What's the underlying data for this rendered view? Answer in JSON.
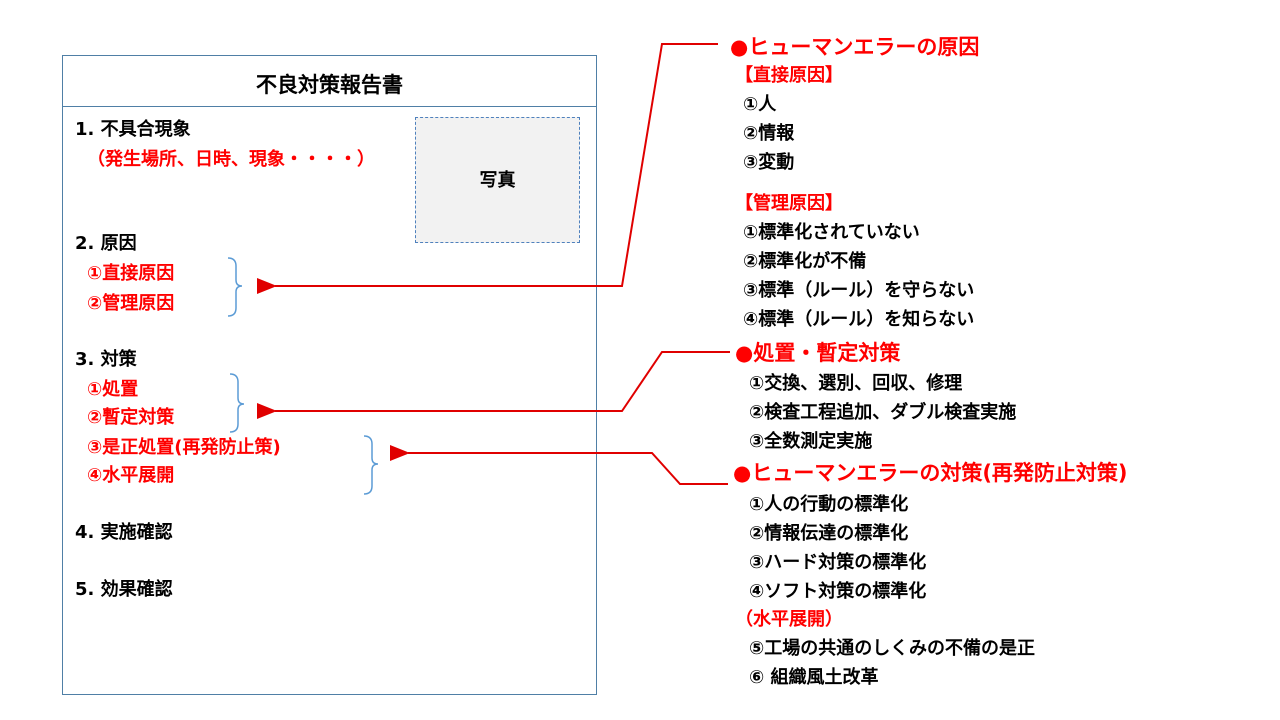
{
  "report": {
    "title": "不良対策報告書",
    "photo_label": "写真",
    "sections": [
      {
        "heading": "1. 不具合現象",
        "items": [
          "（発生場所、日時、現象・・・・）"
        ]
      },
      {
        "heading": "2. 原因",
        "items": [
          "①直接原因",
          "②管理原因"
        ]
      },
      {
        "heading": "3. 対策",
        "items": [
          "①処置",
          "②暫定対策",
          "③是正処置(再発防止策)",
          "④水平展開"
        ]
      },
      {
        "heading": "4. 実施確認",
        "items": []
      },
      {
        "heading": "5. 効果確認",
        "items": []
      }
    ]
  },
  "right": {
    "human_error_cause": {
      "title": "●ヒューマンエラーの原因",
      "direct": {
        "label": "【直接原因】",
        "items": [
          "①人",
          "②情報",
          "③変動"
        ]
      },
      "management": {
        "label": "【管理原因】",
        "items": [
          "①標準化されていない",
          "②標準化が不備",
          "③標準（ルール）を守らない",
          "④標準（ルール）を知らない"
        ]
      }
    },
    "disposal": {
      "title": "●処置・暫定対策",
      "items": [
        "①交換、選別、回収、修理",
        "②検査工程追加、ダブル検査実施",
        "③全数測定実施"
      ]
    },
    "human_error_measures": {
      "title": "●ヒューマンエラーの対策(再発防止対策)",
      "items": [
        "①人の行動の標準化",
        "②情報伝達の標準化",
        "③ハード対策の標準化",
        "④ソフト対策の標準化"
      ],
      "horizontal": {
        "label": "（水平展開）",
        "items": [
          "⑤工場の共通のしくみの不備の是正",
          "⑥ 組織風土改革"
        ]
      }
    }
  },
  "colors": {
    "accent": "#ff0000",
    "frame": "#4f7fa6",
    "bracket": "#5b9bd5",
    "photo_fill": "#f2f2f2"
  }
}
